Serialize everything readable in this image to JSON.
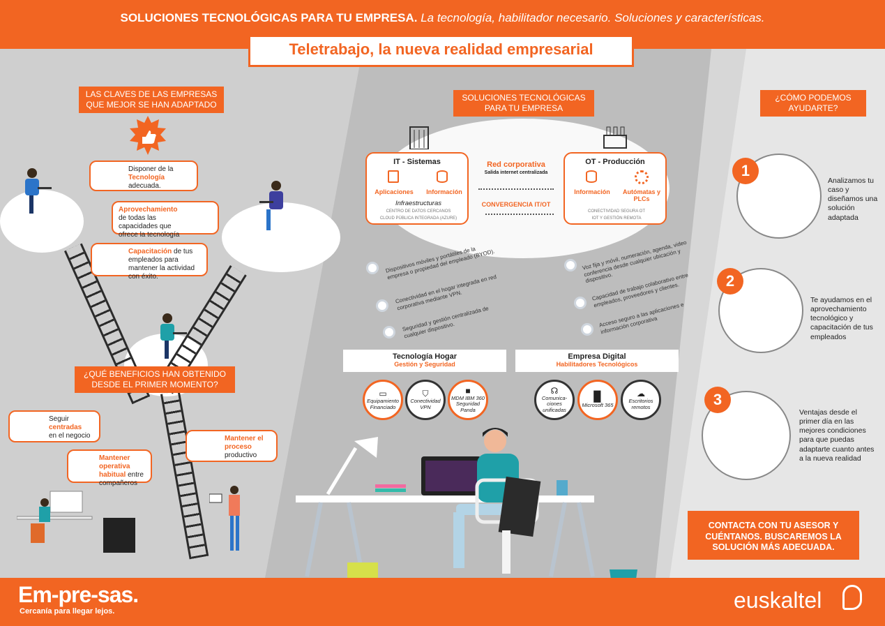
{
  "header": {
    "bold": "SOLUCIONES TECNOLÓGICAS PARA TU EMPRESA.",
    "italic": "La tecnología, habilitador necesario. Soluciones y características."
  },
  "main_title": "Teletrabajo, la nueva realidad empresarial",
  "left": {
    "keys_title": "LAS CLAVES DE LAS EMPRESAS QUE MEJOR SE HAN ADAPTADO",
    "box1": {
      "pre": "Disponer de la",
      "hl": "Tecnología",
      "post": "adecuada."
    },
    "box2": {
      "hl": "Aprovechamiento",
      "post": "de todas las capacidades que ofrece la tecnología"
    },
    "box3": {
      "hl": "Capacitación",
      "post": "de tus empleados para mantener la actividad con éxito."
    },
    "benefits_title": "¿QUÉ BENEFICIOS HAN OBTENIDO DESDE EL PRIMER MOMENTO?",
    "ben1": {
      "pre": "Seguir",
      "hl": "centradas",
      "post": "en el negocio"
    },
    "ben2": {
      "hl": "Mantener operativa habitual",
      "post": "entre compañeros"
    },
    "ben3": {
      "hl": "Mantener el proceso",
      "post": "productivo"
    }
  },
  "center": {
    "sol_title": "SOLUCIONES TECNOLÓGICAS PARA TU EMPRESA",
    "it": {
      "title": "IT - Sistemas",
      "app": "Aplicaciones",
      "info": "Información",
      "infra": "Infraestructuras",
      "sub1": "CENTRO DE DATOS CERCANOS",
      "sub2": "CLOUD PÚBLICA INTEGRADA (AZURE)"
    },
    "red": {
      "title": "Red corporativa",
      "sub": "Salida internet centralizada",
      "conv": "CONVERGENCIA IT/OT"
    },
    "ot": {
      "title": "OT - Producción",
      "info": "Información",
      "auto": "Autómatas y PLCs",
      "sub1": "CONECTIVIDAD SEGURA OT",
      "sub2": "IOT Y GESTIÓN REMOTA"
    },
    "left_feats": [
      "Dispositivos móviles y portátiles de la empresa o propiedad del empleado (BYOD).",
      "Conectividad en el hogar integrada en red corporativa mediante VPN.",
      "Seguridad y gestión centralizada de cualquier dispositivo."
    ],
    "right_feats": [
      "Voz fija y móvil, numeración, agenda, video conferencia desde cualquier ubicación y dispositivo.",
      "Capacidad de trabajo colaborativo entre empleados, proveedores y clientes.",
      "Acceso seguro a las aplicaciones e información corporativa"
    ],
    "hogar": {
      "title": "Tecnología Hogar",
      "sub": "Gestión y Seguridad"
    },
    "digital": {
      "title": "Empresa Digital",
      "sub": "Habilitadores Tecnológicos"
    },
    "hogar_icons": [
      "Equipamiento Financiado",
      "Conectividad VPN",
      "MDM IBM 360 Seguridad Panda"
    ],
    "digital_icons": [
      "Comunica-ciones unificadas",
      "Microsoft 365",
      "Escritorios remotos"
    ]
  },
  "right": {
    "help_title": "¿CÓMO PODEMOS AYUDARTE?",
    "steps": [
      {
        "num": "1",
        "text": "Analizamos tu caso y diseñamos una solución adaptada"
      },
      {
        "num": "2",
        "text": "Te ayudamos en el aprovechamiento tecnológico y capacitación de tus empleados"
      },
      {
        "num": "3",
        "text": "Ventajas desde el primer día en las mejores condiciones para que puedas adaptarte cuanto antes a la nueva realidad"
      }
    ],
    "contact": "CONTACTA CON TU ASESOR Y CUÉNTANOS. BUSCAREMOS LA SOLUCIÓN MÁS ADECUADA."
  },
  "footer": {
    "brand": "Em-pre-sas.",
    "tagline": "Cercanía para llegar lejos.",
    "logo": "euskaltel"
  },
  "colors": {
    "accent": "#f26522",
    "bg": "#d7d7d7",
    "dark": "#2b2b2b"
  }
}
